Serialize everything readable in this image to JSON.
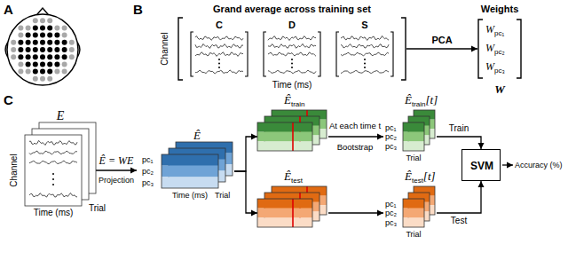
{
  "diagram": {
    "nodes": [
      {
        "text": [
          "Grand average across training set",
          "Channel",
          "Time (ms)"
        ]
      },
      {
        "text": [
          "C"
        ],
        "in": 0
      },
      {
        "text": [
          "D"
        ],
        "in": 0
      },
      {
        "text": [
          "S"
        ],
        "in": 0
      },
      {
        "text": [
          "Weights",
          "W",
          "pc₁",
          "W",
          "pc₂",
          "W",
          "pc₃",
          "W"
        ]
      },
      {
        "text": [
          "E",
          "Channel",
          "Time (ms)",
          "Trial"
        ]
      },
      {
        "text": [
          "Ê",
          "pc₁",
          "pc₂",
          "pc₃",
          "Time (ms)",
          "Trial"
        ]
      },
      {
        "text": [
          "Ê",
          "train"
        ]
      },
      {
        "text": [
          "Ê",
          "test"
        ]
      },
      {
        "text": [
          "Ê",
          "train",
          "[t]",
          "pc₁",
          "pc₂",
          "pc₃",
          "Trial"
        ]
      },
      {
        "text": [
          "Ê",
          "test",
          "[t]",
          "pc₁",
          "pc₂",
          "pc₃",
          "Trial"
        ]
      },
      {
        "text": [
          "SVM"
        ]
      }
    ],
    "edges": [
      {
        "from": 0,
        "to": 4,
        "arrow": "to",
        "label": "PCA"
      },
      {
        "from": 5,
        "to": 6,
        "arrow": "to",
        "label": "Ê = WE"
      },
      {
        "from": 6,
        "to": 7,
        "arrow": "to"
      },
      {
        "from": 6,
        "to": 8,
        "arrow": "to"
      },
      {
        "from": 7,
        "to": 9,
        "arrow": "to"
      },
      {
        "from": 8,
        "to": 10,
        "arrow": "to"
      },
      {
        "from": 9,
        "to": 11,
        "arrow": "to",
        "label": "Train"
      },
      {
        "from": 10,
        "to": 11,
        "arrow": "to",
        "label": "Test"
      }
    ],
    "labels": [
      "A",
      "B",
      "C",
      "Projection",
      "At each time t",
      "Bootstrap",
      "Accuracy (%)"
    ]
  }
}
